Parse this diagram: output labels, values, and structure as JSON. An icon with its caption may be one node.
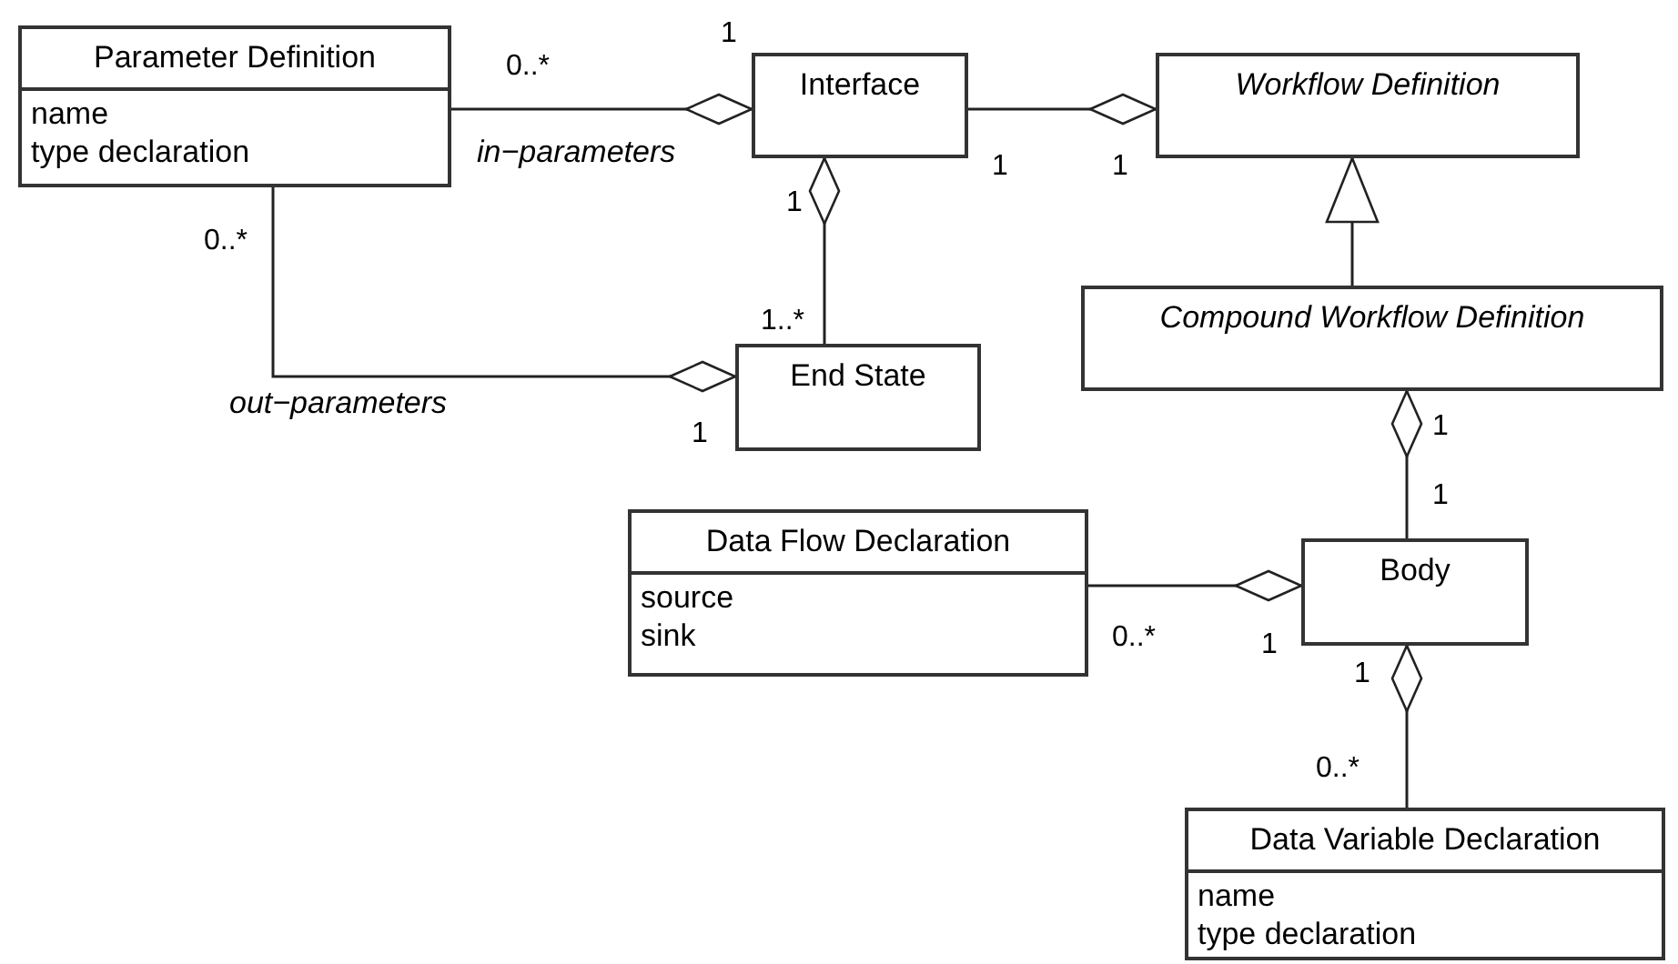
{
  "diagram": {
    "nodes": [
      {
        "text": [
          "Parameter Definition",
          "name",
          "type declaration"
        ]
      },
      {
        "text": [
          "Interface"
        ]
      },
      {
        "text": [
          "Workflow Definition"
        ]
      },
      {
        "text": [
          "Compound Workflow Definition"
        ]
      },
      {
        "text": [
          "End State"
        ]
      },
      {
        "text": [
          "Data Flow Declaration",
          "source",
          "sink"
        ]
      },
      {
        "text": [
          "Body"
        ]
      },
      {
        "text": [
          "Data Variable Declaration",
          "name",
          "type declaration"
        ]
      }
    ],
    "edges": [
      {
        "from": 0,
        "to": 1,
        "arrow": "other",
        "label": "in−parameters"
      },
      {
        "from": 0,
        "to": 4,
        "arrow": "other",
        "label": "out−parameters"
      },
      {
        "from": 4,
        "to": 1,
        "arrow": "other"
      },
      {
        "from": 1,
        "to": 2,
        "arrow": "other"
      },
      {
        "from": 3,
        "to": 2,
        "arrow": "to"
      },
      {
        "from": 6,
        "to": 3,
        "arrow": "other"
      },
      {
        "from": 5,
        "to": 6,
        "arrow": "other"
      },
      {
        "from": 7,
        "to": 6,
        "arrow": "other"
      }
    ],
    "labels": [
      "1",
      "0..*",
      "1",
      "1",
      "1",
      "0..*",
      "1..*",
      "1",
      "1",
      "1",
      "0..*",
      "1",
      "1",
      "0..*"
    ]
  }
}
